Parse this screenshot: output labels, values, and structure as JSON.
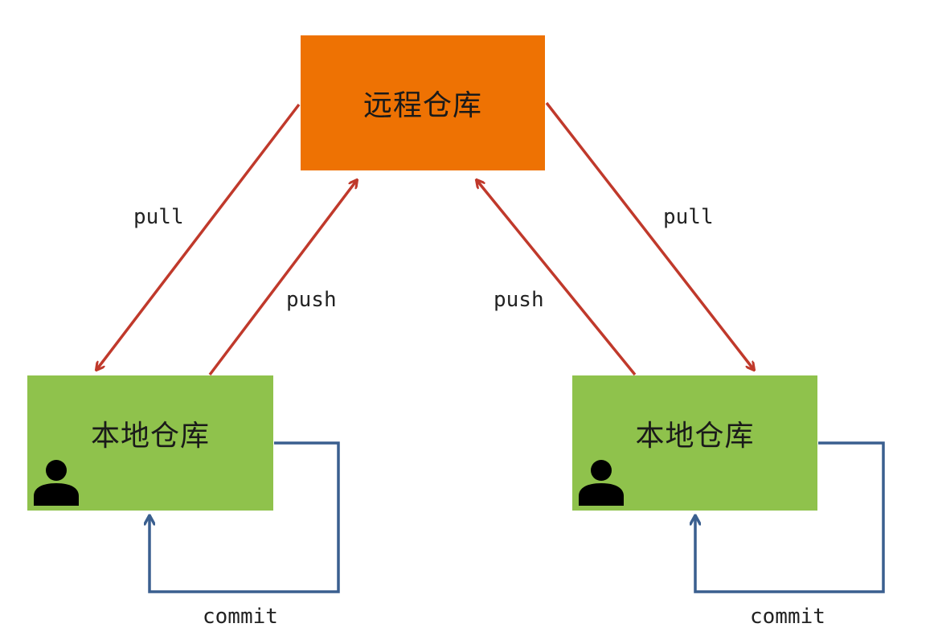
{
  "nodes": {
    "remote": {
      "label": "远程仓库",
      "color": "#ee7203"
    },
    "local_left": {
      "label": "本地仓库",
      "color": "#8fc24c",
      "icon": "user-icon"
    },
    "local_right": {
      "label": "本地仓库",
      "color": "#8fc24c",
      "icon": "user-icon"
    }
  },
  "edges": {
    "left_pull": {
      "label": "pull",
      "from": "远程仓库",
      "to": "本地仓库"
    },
    "left_push": {
      "label": "push",
      "from": "本地仓库",
      "to": "远程仓库"
    },
    "right_push": {
      "label": "push",
      "from": "本地仓库",
      "to": "远程仓库"
    },
    "right_pull": {
      "label": "pull",
      "from": "远程仓库",
      "to": "本地仓库"
    },
    "left_commit": {
      "label": "commit",
      "from": "本地仓库",
      "to": "本地仓库"
    },
    "right_commit": {
      "label": "commit",
      "from": "本地仓库",
      "to": "本地仓库"
    }
  },
  "colors": {
    "remote_fill": "#ee7203",
    "local_fill": "#8fc24c",
    "pull_push_arrow": "#c0392b",
    "commit_arrow": "#3a5f8f"
  }
}
